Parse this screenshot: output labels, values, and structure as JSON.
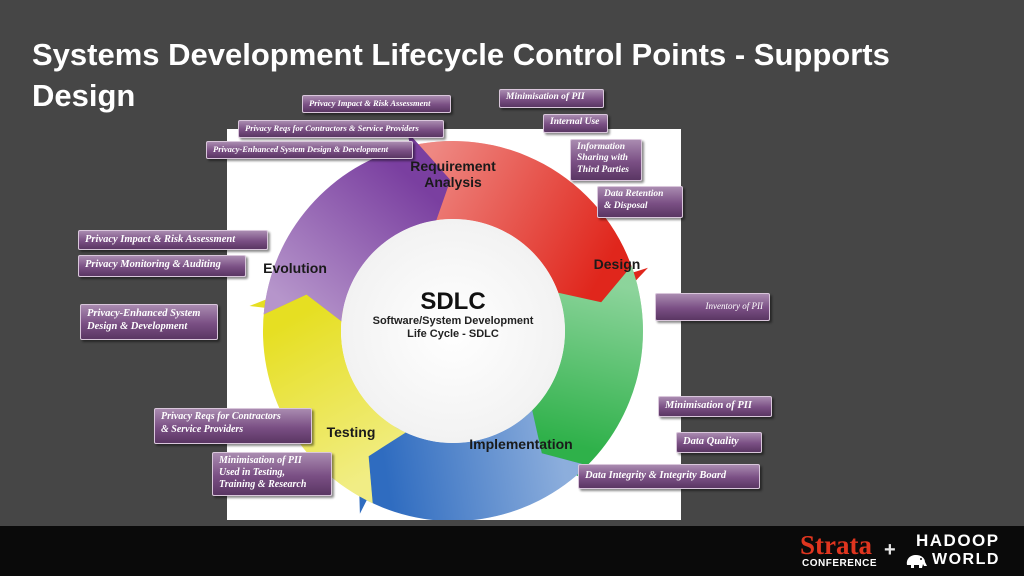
{
  "slide": {
    "title_line1": "Systems Development Lifecycle Control Points - Supports",
    "title_line2": "Design"
  },
  "diagram": {
    "center_title": "SDLC",
    "center_subtitle_line1": "Software/System Development",
    "center_subtitle_line2": "Life Cycle - SDLC",
    "phases": {
      "requirement_line1": "Requirement",
      "requirement_line2": "Analysis",
      "design": "Design",
      "implementation": "Implementation",
      "testing": "Testing",
      "evolution": "Evolution"
    },
    "phase_colors": {
      "requirement": "#e0261c",
      "design": "#2fb14a",
      "implementation": "#2f6cc0",
      "testing": "#e6df22",
      "evolution": "#7a3fa0"
    }
  },
  "tags": {
    "privacy_impact_top": "Privacy Impact & Risk Assessment",
    "privacy_reqs_top": "Privacy Reqs for Contractors & Service Providers",
    "privacy_enhanced_top": "Privacy-Enhanced System Design & Development",
    "minimisation_top": "Minimisation of PII",
    "internal_use": "Internal Use",
    "information_sharing": "Information\nSharing with\nThird Parties",
    "data_retention": "Data Retention\n& Disposal",
    "privacy_impact_left": "Privacy Impact & Risk Assessment",
    "privacy_monitoring": "Privacy Monitoring & Auditing",
    "privacy_enhanced_left": "Privacy-Enhanced System\nDesign & Development",
    "inventory_pii": "Inventory of PII",
    "minimisation_right": "Minimisation of PII",
    "data_quality": "Data Quality",
    "data_integrity": "Data Integrity & Integrity Board",
    "privacy_reqs_bottom": "Privacy Reqs for Contractors\n& Service Providers",
    "minimisation_testing": "Minimisation of PII\nUsed in Testing,\nTraining & Research"
  },
  "footer": {
    "logo_strata": "Strata",
    "logo_conference": "CONFERENCE",
    "logo_plus": "+",
    "logo_hadoop": "HADOOP",
    "logo_world": "WORLD",
    "logo_icon": "elephant-icon"
  }
}
